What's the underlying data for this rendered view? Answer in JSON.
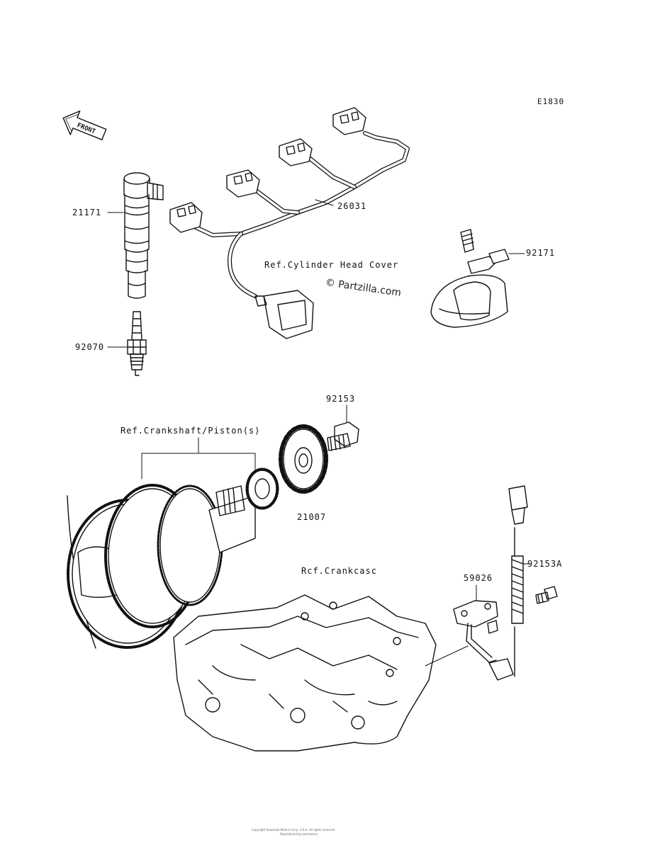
{
  "diagram": {
    "code": "E1830",
    "front_label": "FRONT",
    "watermark": "© Partzilla.com",
    "footer_line_1": "Copyright Kawasaki Motors Corp. U.S.A. All rights reserved",
    "footer_line_2": "Reproduced by permission"
  },
  "parts": {
    "coil": "21171",
    "harness": "26031",
    "spark_plug": "92070",
    "sensor": "92171",
    "bolt": "92153",
    "rotor": "21007",
    "bracket": "59026",
    "bolt_a": "92153A"
  },
  "refs": {
    "head_cover": "Ref.Cylinder Head Cover",
    "crankshaft": "Ref.Crankshaft/Piston(s)",
    "crankcase": "Rcf.Crankcasc"
  }
}
